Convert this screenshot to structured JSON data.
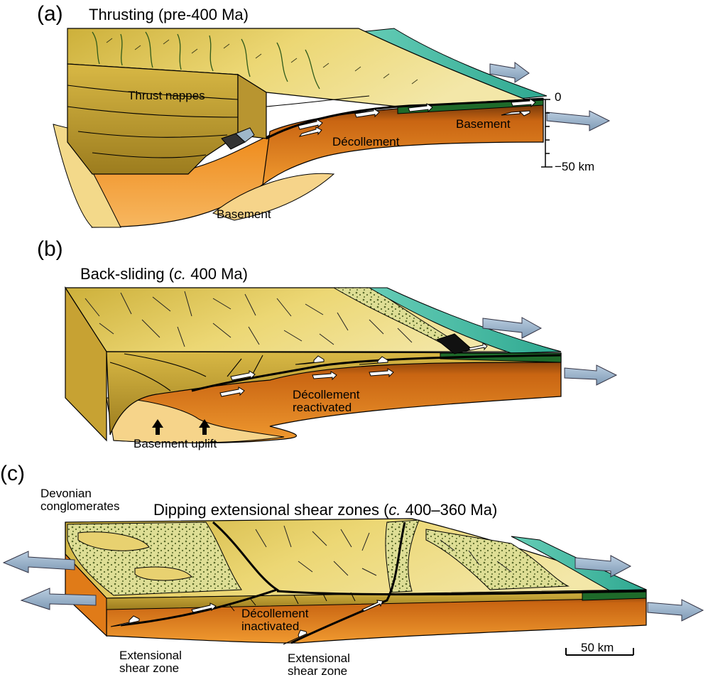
{
  "panels": [
    {
      "letter": "(a)",
      "title": "Thrusting (pre-400 Ma)",
      "labels": {
        "nappes": "Thrust nappes",
        "decollement": "Décollement",
        "basement_right": "Basement",
        "basement_bottom": "Basement"
      },
      "depth_scale": {
        "top": "0",
        "bottom": "−50 km"
      }
    },
    {
      "letter": "(b)",
      "title_pre": "Back-sliding (",
      "title_italic": "c.",
      "title_post": " 400 Ma)",
      "labels": {
        "decollement_1": "Décollement",
        "decollement_2": "reactivated",
        "uplift": "Basement uplift"
      }
    },
    {
      "letter": "(c)",
      "title_pre": "Dipping extensional shear zones (",
      "title_italic": "c.",
      "title_post": " 400–360 Ma)",
      "labels": {
        "devonian_1": "Devonian",
        "devonian_2": "conglomerates",
        "decollement_1": "Décollement",
        "decollement_2": "inactivated",
        "shear_left_1": "Extensional",
        "shear_left_2": "shear zone",
        "shear_mid_1": "Extensional",
        "shear_mid_2": "shear zone"
      },
      "scale_bar": "50 km"
    }
  ],
  "colors": {
    "nappe_top": "#e6cf63",
    "nappe_side": "#c9a736",
    "basement_orange": "#ef8a1f",
    "basement_deep": "#b85a12",
    "ocean": "#3fbfa8",
    "conglomerate": "#d9d98a",
    "arrow_blue": "#9cb6cf"
  }
}
